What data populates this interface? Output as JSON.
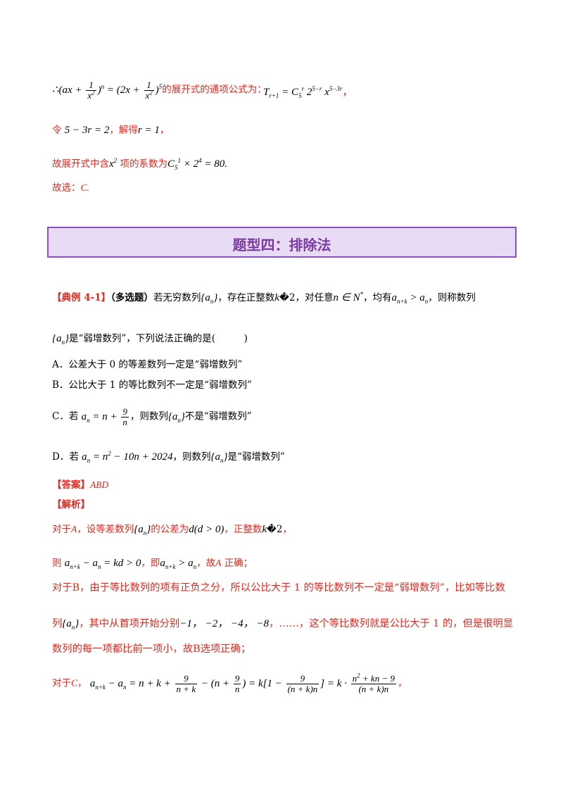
{
  "lines": {
    "l1_formula": "∴(ax + 1/x²)ⁿ = (2x + 1/x²)⁵",
    "l1_text": "的展开式的通项公式为：",
    "l1_trailing": "，",
    "l2_prefix": "令",
    "l2_eq": "5 − 3r = 2",
    "l2_mid": "，解得",
    "l2_res": "r = 1",
    "l2_end": "，",
    "l3_prefix": "故展开式中含",
    "l3_mid": "项的系数为",
    "l3_value": "= 80.",
    "l4": "故选：",
    "l4_ans": "C."
  },
  "banner": {
    "title": "题型四：排除法"
  },
  "problem": {
    "tag": "【典例 4-1】",
    "type": "（多选题）",
    "stem1a": "若无穷数列",
    "stem1b": "，存在正整数",
    "stem1c": "，对任意",
    "stem1d": "，均有",
    "stem1e": "，则称数列",
    "stem2": "是“弱增数列”，下列说法正确的是(　　　)",
    "optA": "A．公差大于 0 的等差数列一定是“弱增数列”",
    "optB": "B．公比大于 1 的等比数列不一定是“弱增数列”",
    "optC_pre": "C．若",
    "optC_mid": "，则数列",
    "optC_end": "不是“弱增数列”",
    "optD_pre": "D．若",
    "optD_mid": "，则数列",
    "optD_end": "是“弱增数列”"
  },
  "answer": {
    "label": "【答案】",
    "value": "ABD"
  },
  "analysis": {
    "label": "【解析】",
    "a1_pre": "对于",
    "a1_A": "A",
    "a1_mid": "，设等差数列",
    "a1_mid2": "的公差为",
    "a1_end": "，正整数",
    "a2_pre": "则",
    "a2_mid": "，即",
    "a2_end": "，故",
    "a2_A": "A",
    "a2_tail": "正确；",
    "b1": "对于B，由于等比数列的项有正负之分，所以公比大于 1 的等比数列不一定是“弱增数列”，比如等比数",
    "b2_pre": "列",
    "b2_mid": "，其中从首项开始分别",
    "b2_seq": "−1，  −2，  −4，  −8",
    "b2_end": "，……，这个等比数列就是公比大于 1 的，但是很明显",
    "b3": "数列的每一项都比前一项小，故B选项正确；",
    "c1_pre": "对于",
    "c1_C": "C",
    "c1_sep": "，"
  }
}
